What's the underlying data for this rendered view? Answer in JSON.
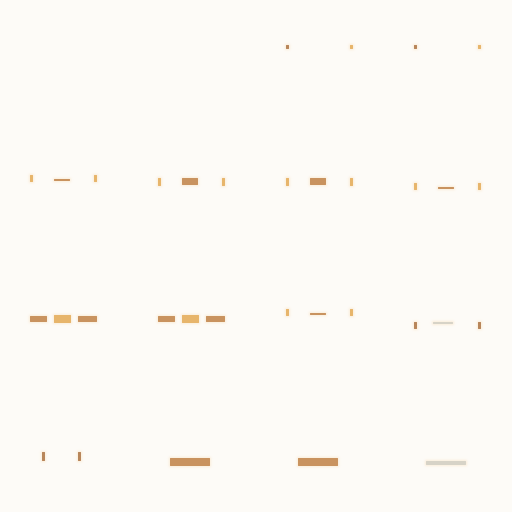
{
  "grid": {
    "rows": 4,
    "columns": 4
  },
  "palette": {
    "background": "#fdfbf7",
    "mark_primary": "#c9935f",
    "mark_highlight": "#e7b56b",
    "mark_muted": "#d7d3c7",
    "mark_accent": "#b8865a"
  },
  "cells": [
    {
      "id": "cell-1-1",
      "style": "empty"
    },
    {
      "id": "cell-1-2",
      "style": "empty"
    },
    {
      "id": "cell-1-3",
      "style": "two-dots"
    },
    {
      "id": "cell-1-4",
      "style": "two-dots"
    },
    {
      "id": "cell-2-1",
      "style": "bracket-dash"
    },
    {
      "id": "cell-2-2",
      "style": "bracket-block"
    },
    {
      "id": "cell-2-3",
      "style": "bracket-block"
    },
    {
      "id": "cell-2-4",
      "style": "bracket-dash"
    },
    {
      "id": "cell-3-1",
      "style": "triple-block"
    },
    {
      "id": "cell-3-2",
      "style": "triple-block"
    },
    {
      "id": "cell-3-3",
      "style": "bracket-dash"
    },
    {
      "id": "cell-3-4",
      "style": "bracket-faint"
    },
    {
      "id": "cell-4-1",
      "style": "two-ticks"
    },
    {
      "id": "cell-4-2",
      "style": "underline-bar"
    },
    {
      "id": "cell-4-3",
      "style": "underline-bar"
    },
    {
      "id": "cell-4-4",
      "style": "faint-bar"
    }
  ]
}
